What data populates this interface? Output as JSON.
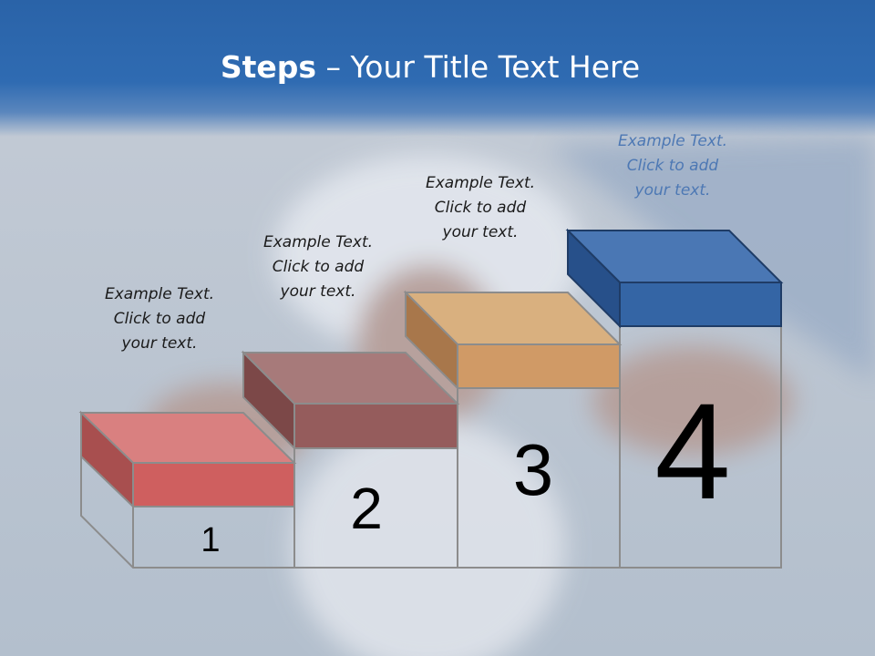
{
  "title": {
    "bold": "Steps",
    "rest": " – Your Title Text Here"
  },
  "steps": [
    {
      "number": "1",
      "caption": [
        "Example Text.",
        "Click  to add",
        "your text."
      ],
      "color": "#cf5f5f"
    },
    {
      "number": "2",
      "caption": [
        "Example Text.",
        "Click  to add",
        "your text."
      ],
      "color": "#955c5c"
    },
    {
      "number": "3",
      "caption": [
        "Example Text.",
        "Click  to add",
        "your text."
      ],
      "color": "#d09a66"
    },
    {
      "number": "4",
      "caption": [
        "Example Text.",
        "Click  to add",
        "your text."
      ],
      "color": "#3465a5"
    }
  ],
  "colors": {
    "title_band": "#2f6bb2",
    "title_text": "#ffffff"
  }
}
